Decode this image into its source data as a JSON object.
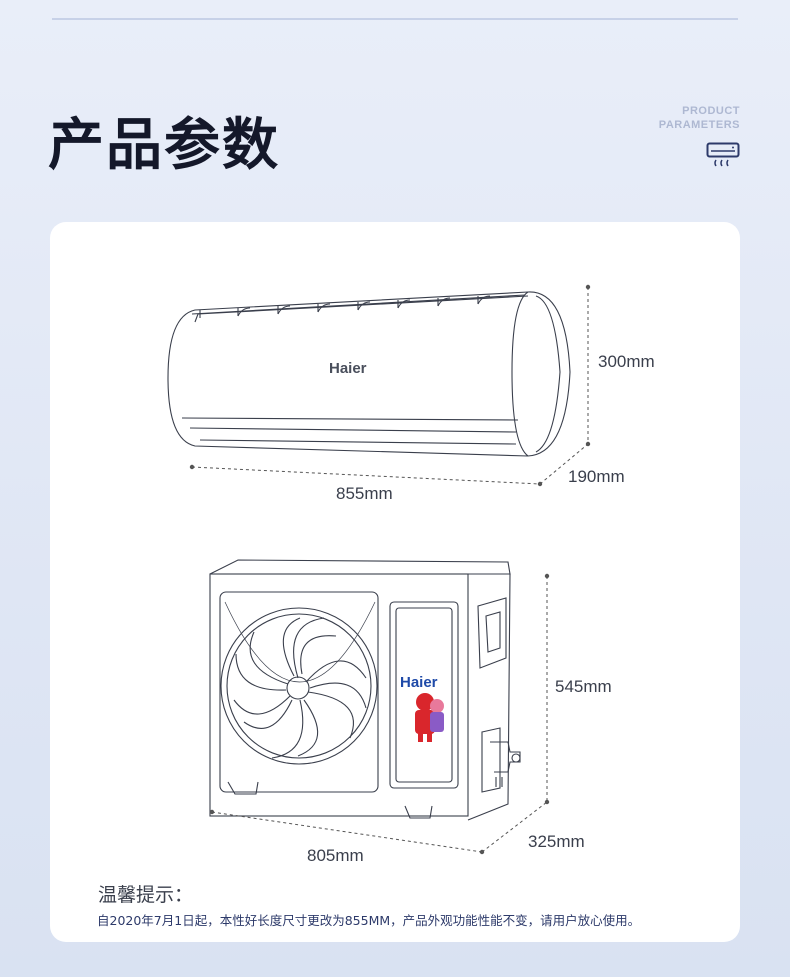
{
  "header": {
    "title": "产品参数",
    "en_line1": "PRODUCT",
    "en_line2": "PARAMETERS",
    "icon": "air-conditioner-icon"
  },
  "indoor_unit": {
    "brand": "Haier",
    "height": "300mm",
    "depth": "190mm",
    "width": "855mm"
  },
  "outdoor_unit": {
    "brand": "Haier",
    "height": "545mm",
    "depth": "325mm",
    "width": "805mm"
  },
  "notice": {
    "title": "温馨提示：",
    "text": "自2020年7月1日起，本性好长度尺寸更改为855MM，产品外观功能性能不变，请用户放心使用。"
  },
  "colors": {
    "background": "#e2e8f5",
    "title": "#14182a",
    "accent": "#2d3a6a",
    "line": "#3a3f4c"
  }
}
